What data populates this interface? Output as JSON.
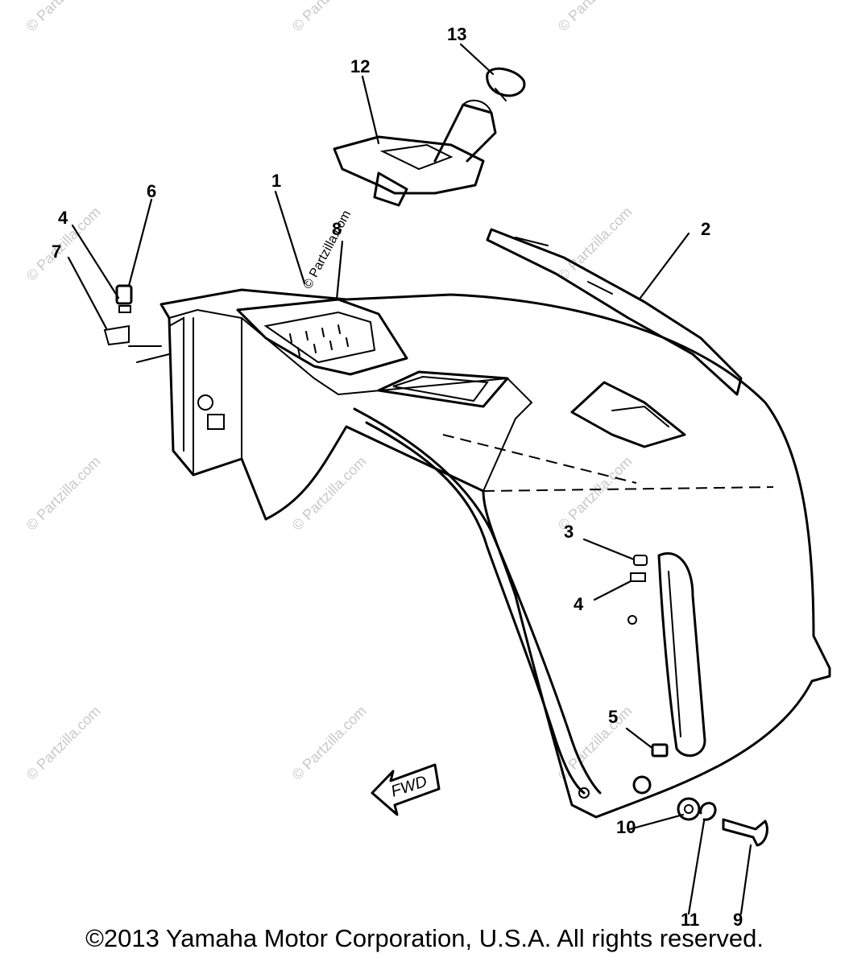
{
  "callouts": [
    {
      "label": "1"
    },
    {
      "label": "2"
    },
    {
      "label": "3"
    },
    {
      "label": "4"
    },
    {
      "label": "4"
    },
    {
      "label": "5"
    },
    {
      "label": "6"
    },
    {
      "label": "7"
    },
    {
      "label": "8"
    },
    {
      "label": "9"
    },
    {
      "label": "10"
    },
    {
      "label": "11"
    },
    {
      "label": "12"
    },
    {
      "label": "13"
    }
  ],
  "direction_marker": "FWD",
  "watermark": "© Partzilla.com",
  "copyright": "©2013 Yamaha Motor Corporation, U.S.A. All rights reserved."
}
